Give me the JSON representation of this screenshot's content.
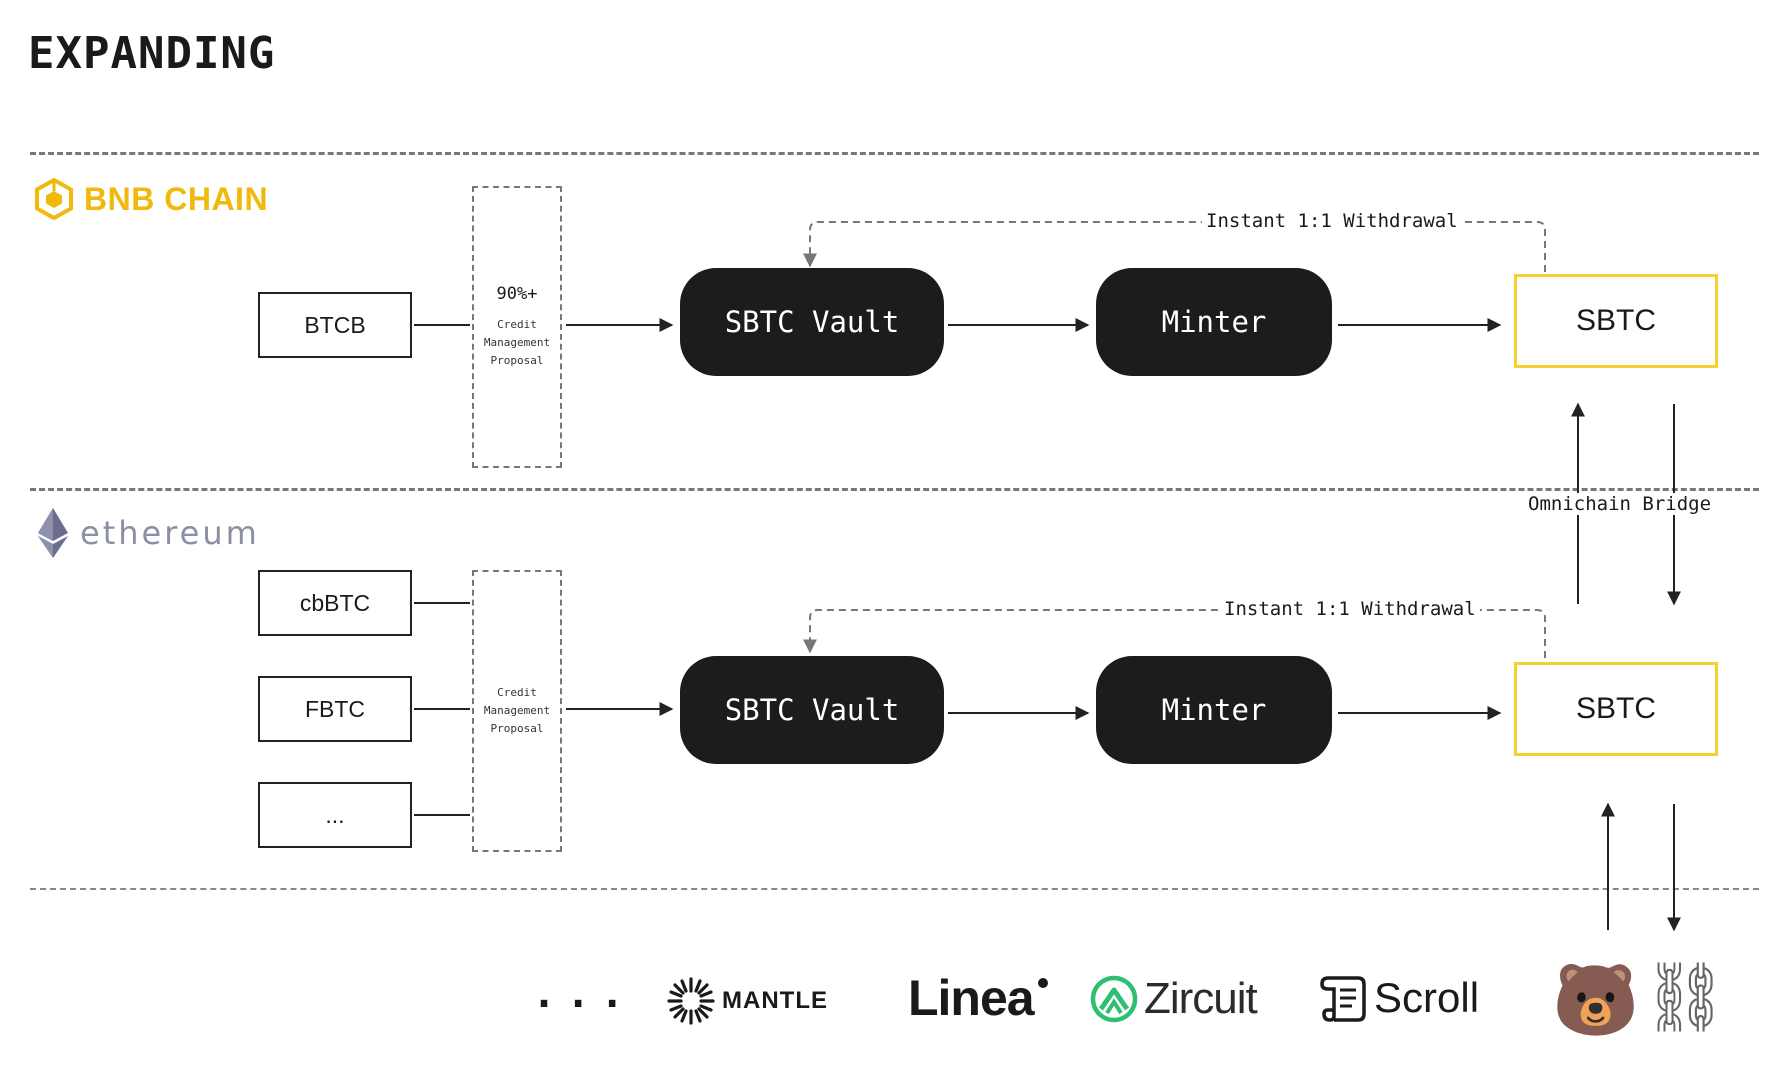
{
  "title": "EXPANDING",
  "chains": {
    "bnb": {
      "name": "BNB CHAIN",
      "icon": "bnb-chain-icon",
      "color": "#f0b90b"
    },
    "ethereum": {
      "name": "ethereum",
      "icon": "ethereum-icon"
    }
  },
  "bnb_row": {
    "assets": [
      "BTCB"
    ],
    "proposal": {
      "percent": "90%+",
      "text": "Credit Management Proposal"
    },
    "vault": "SBTC Vault",
    "minter": "Minter",
    "output": "SBTC",
    "withdrawal": "Instant 1:1 Withdrawal"
  },
  "eth_row": {
    "assets": [
      "cbBTC",
      "FBTC",
      "..."
    ],
    "proposal": {
      "text": "Credit Management Proposal"
    },
    "vault": "SBTC Vault",
    "minter": "Minter",
    "output": "SBTC",
    "withdrawal": "Instant 1:1 Withdrawal"
  },
  "bridge_label": "Omnichain Bridge",
  "networks": {
    "ellipsis": "...",
    "items": [
      "MANTLE",
      "Linea",
      "Zircuit",
      "Scroll"
    ],
    "last_icons": [
      "bear-emoji-icon",
      "chain-link-icon"
    ],
    "last_glyphs": [
      "🐻",
      "⛓"
    ]
  },
  "colors": {
    "accent_yellow": "#f5d130",
    "bnb_yellow": "#f0b90b",
    "pill_black": "#1c1c1c",
    "zircuit_green": "#2fbf71"
  }
}
